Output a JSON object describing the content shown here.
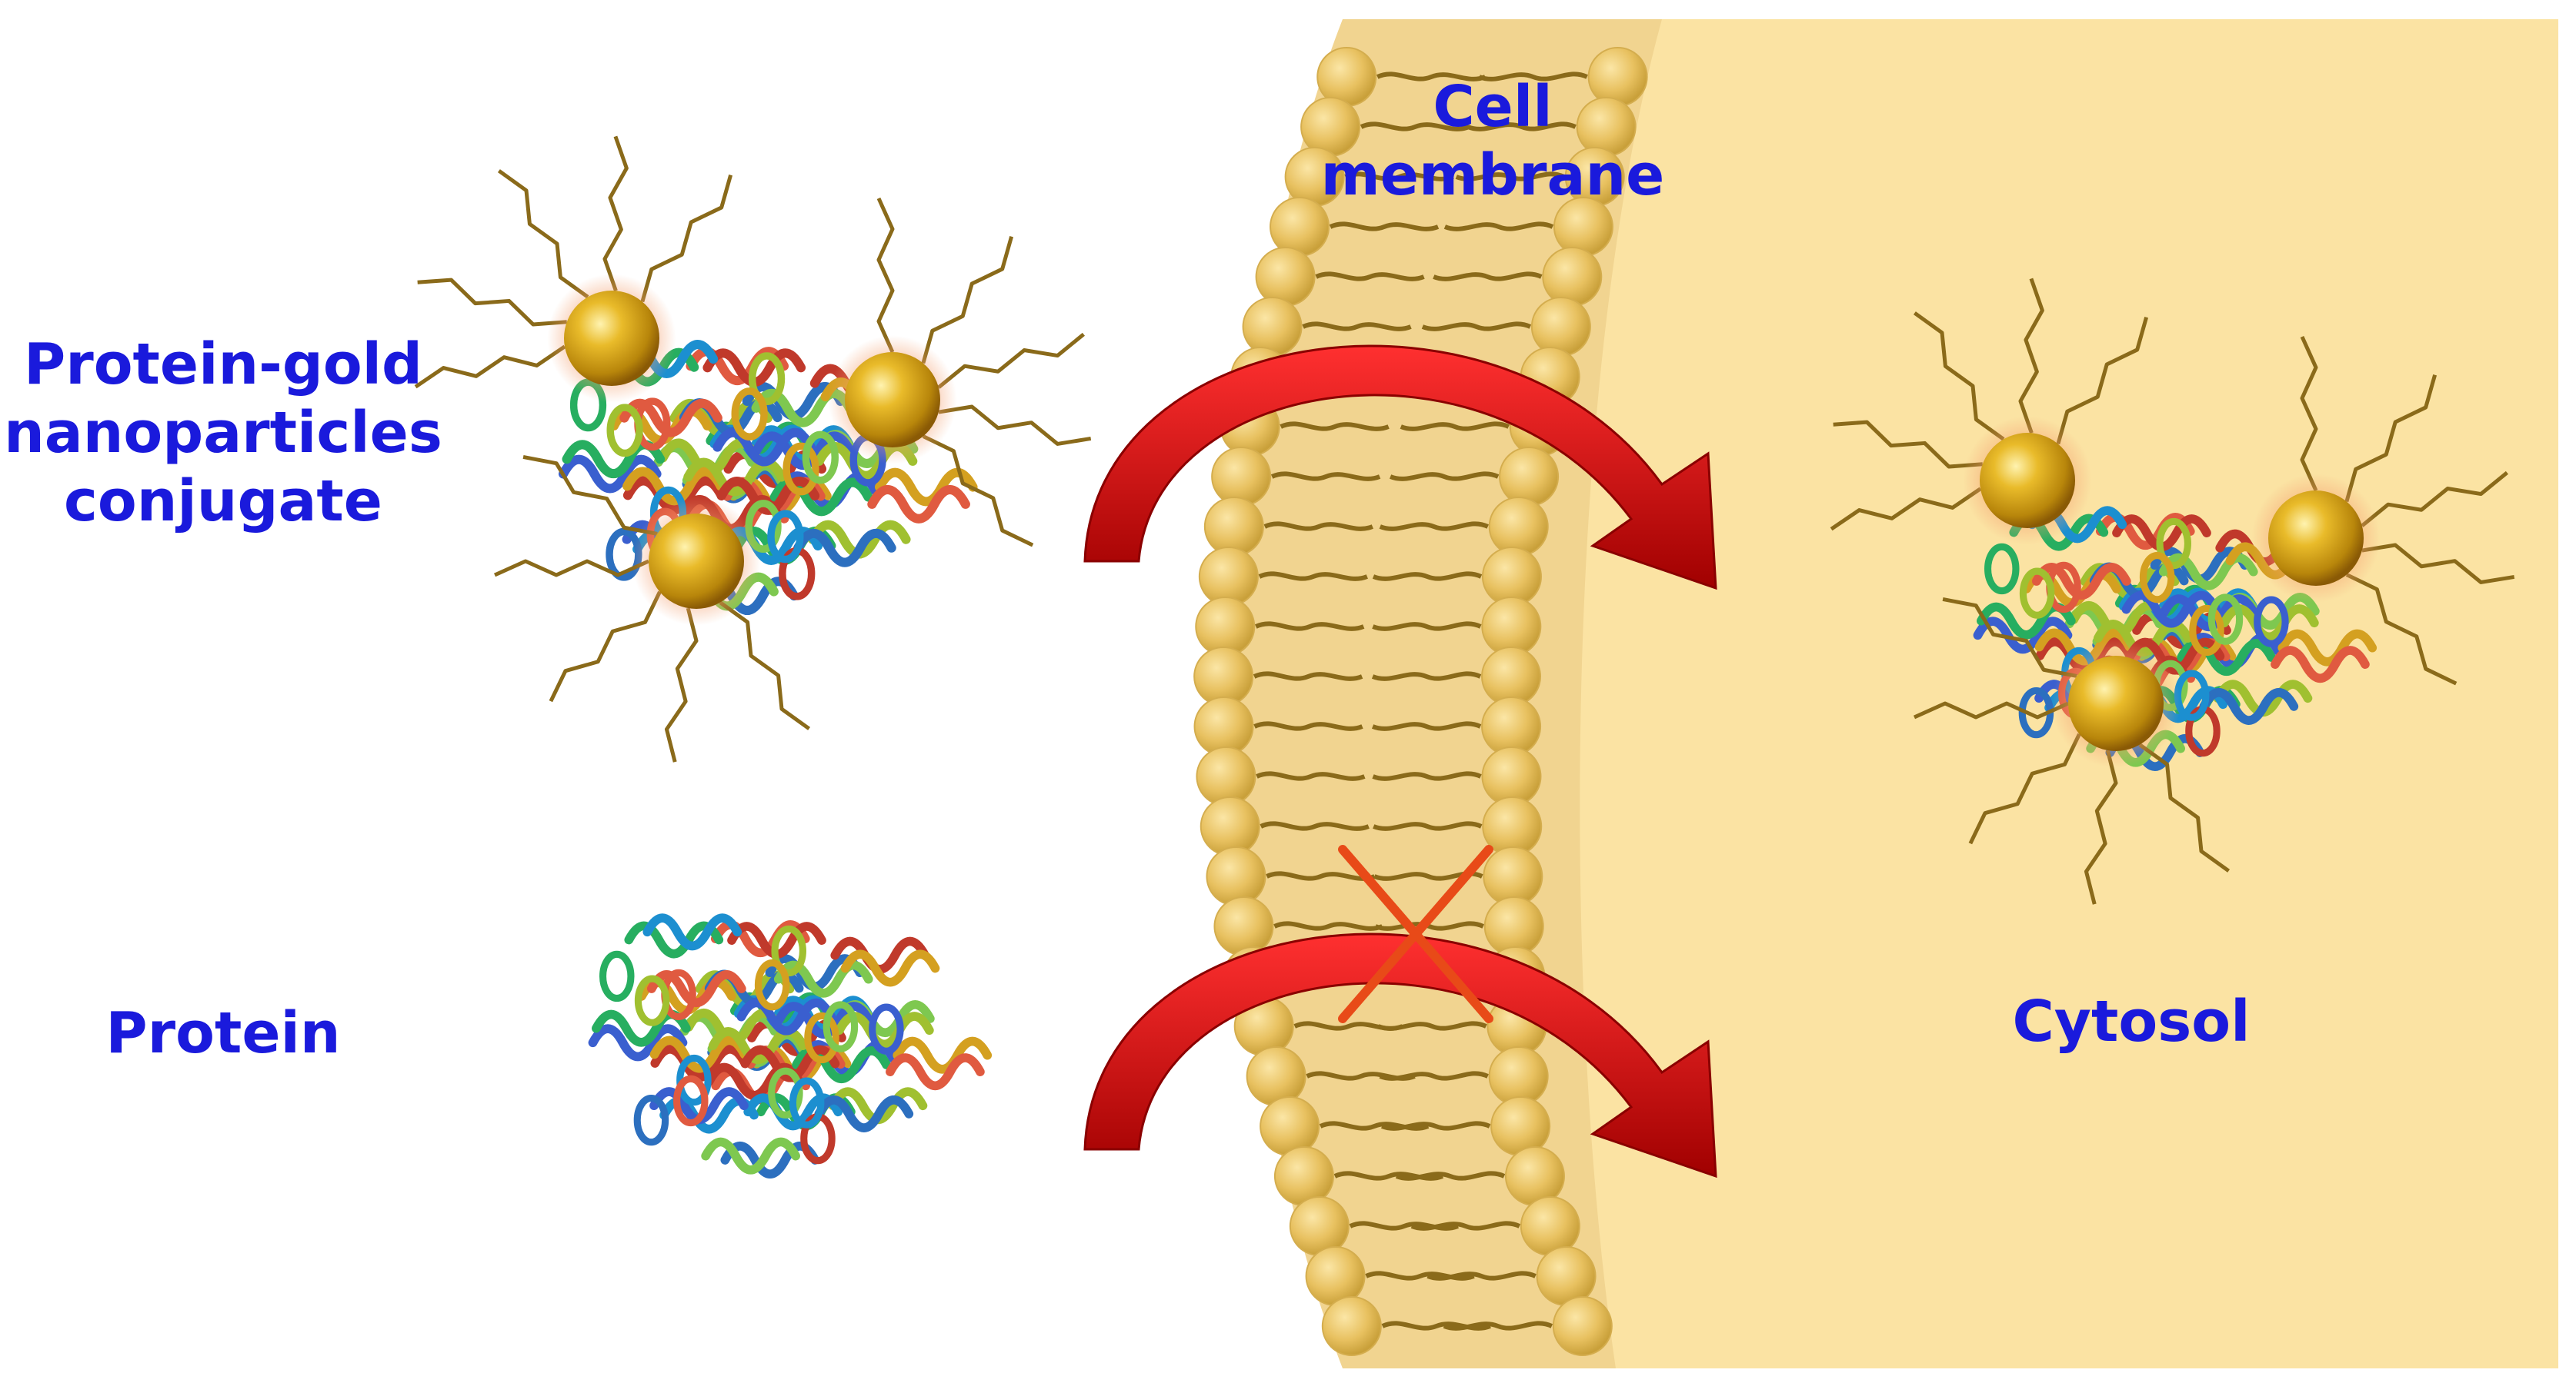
{
  "labels": {
    "conjugate": [
      "Protein-gold",
      "nanoparticles",
      "conjugate"
    ],
    "protein": "Protein",
    "membrane": [
      "Cell",
      "membrane"
    ],
    "cytosol": "Cytosol"
  },
  "icons": {
    "gold_nanoparticle": "gold-nanoparticle-icon",
    "protein_structure": "protein-ribbon-icon",
    "lipid_head": "lipid-head-icon",
    "arrow": "curved-arrow-icon",
    "blocked": "x-mark-icon"
  },
  "colors": {
    "label": "#1a1adc",
    "cytosol": "#fbe3a3",
    "membrane": "#f1d490",
    "lipid_head": "#e8bf57",
    "lipid_tail": "#8a6a1a",
    "gold": "#c99a12",
    "arrow": "#d01010",
    "cross": "#e84a18"
  }
}
